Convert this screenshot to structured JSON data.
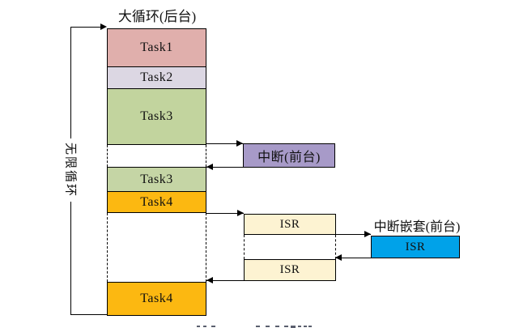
{
  "title": "大循环(后台)",
  "loop_label": "无限循环",
  "tasks": {
    "t1": "Task1",
    "t2": "Task2",
    "t3": "Task3",
    "t3_resume": "Task3",
    "t4": "Task4",
    "t4_resume": "Task4"
  },
  "foreground": {
    "interrupt_label": "中断(前台)",
    "nested_title": "中断嵌套(前台)",
    "isr_top_label": "ISR",
    "isr_bottom_label": "ISR",
    "isr_nested_label": "ISR"
  },
  "colors": {
    "task1": "#e0afac",
    "task2": "#dcd7e3",
    "task3": "#c2d49e",
    "task3_resume": "#c5d5a5",
    "task4": "#fcb811",
    "interrupt": "#a79ac8",
    "isr": "#fdf3d2",
    "isr_nested": "#00a2e9",
    "line": "#000000"
  }
}
